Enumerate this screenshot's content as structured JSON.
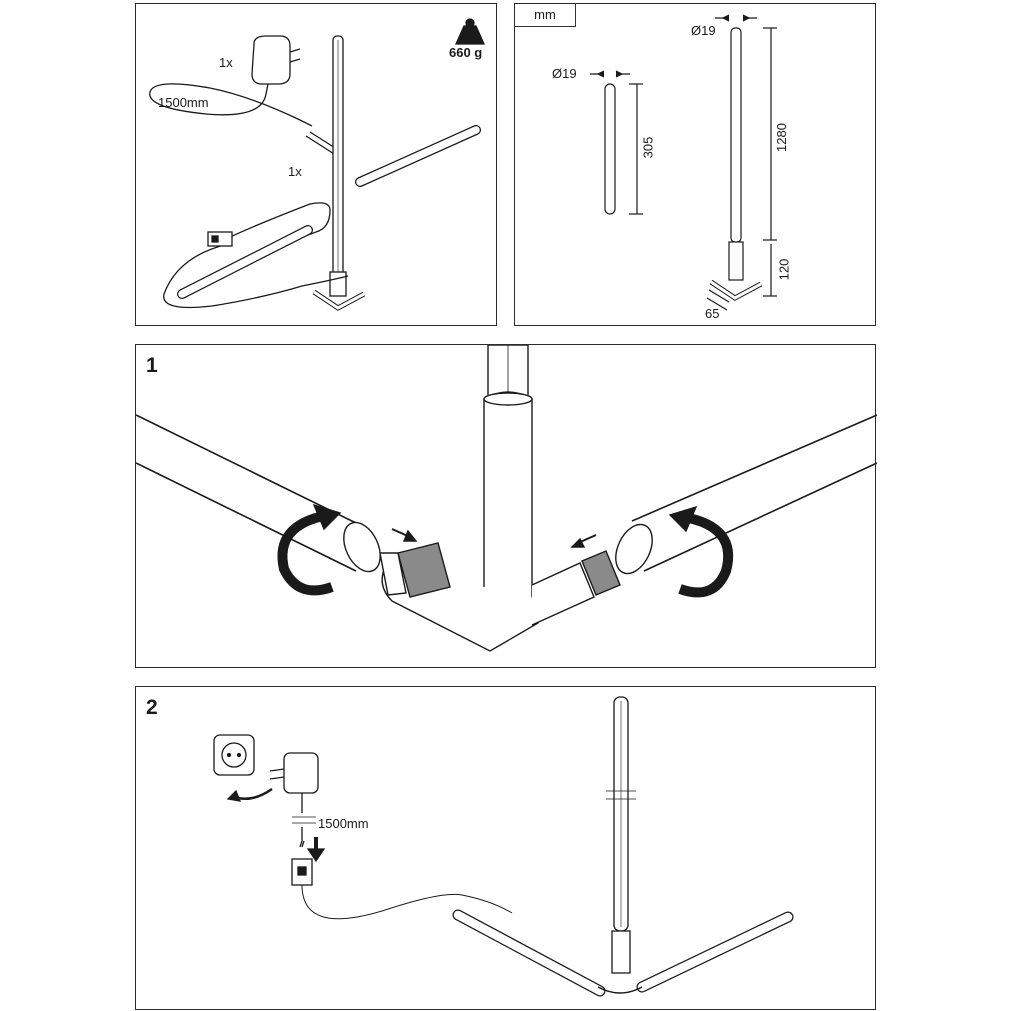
{
  "contents_panel": {
    "adapter_qty": "1x",
    "cable_length": "1500mm",
    "rod_qty": "1x",
    "weight": "660 g"
  },
  "dimensions_panel": {
    "unit": "mm",
    "rod_diameter": "Ø19",
    "lamp_diameter": "Ø19",
    "rod_length": "305",
    "pole_height": "1280",
    "base_height": "120",
    "foot_length": "65"
  },
  "step1": {
    "number": "1"
  },
  "step2": {
    "number": "2",
    "cable_length": "1500mm"
  },
  "colors": {
    "line": "#1a1a1a",
    "fill": "#ffffff",
    "shade": "#e9e9e9",
    "arrow": "#1a1a1a"
  }
}
